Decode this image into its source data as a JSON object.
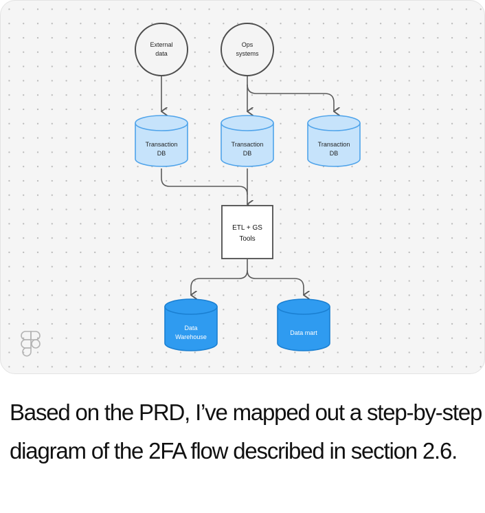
{
  "diagram": {
    "sources": [
      {
        "line1": "External",
        "line2": "data"
      },
      {
        "line1": "Ops",
        "line2": "systems"
      }
    ],
    "transaction_dbs": [
      {
        "line1": "Transaction",
        "line2": "DB"
      },
      {
        "line1": "Transaction",
        "line2": "DB"
      },
      {
        "line1": "Transaction",
        "line2": "DB"
      }
    ],
    "etl": {
      "line1": "ETL + GS",
      "line2": "Tools"
    },
    "outputs": [
      {
        "line1": "Data",
        "line2": "Warehouse"
      },
      {
        "line1": "Data mart",
        "line2": ""
      }
    ],
    "colors": {
      "light_db_fill": "#c6e3fb",
      "light_db_stroke": "#4ea3ea",
      "dark_db_fill": "#2f9bf0",
      "dark_db_stroke": "#1a7fd1",
      "connector": "#5a5a5a",
      "canvas": "#f5f5f5"
    }
  },
  "caption": "Based on the PRD, I’ve mapped out a step-by-step diagram of the 2FA flow described in section 2.6.",
  "brand_icon": "figma-icon"
}
